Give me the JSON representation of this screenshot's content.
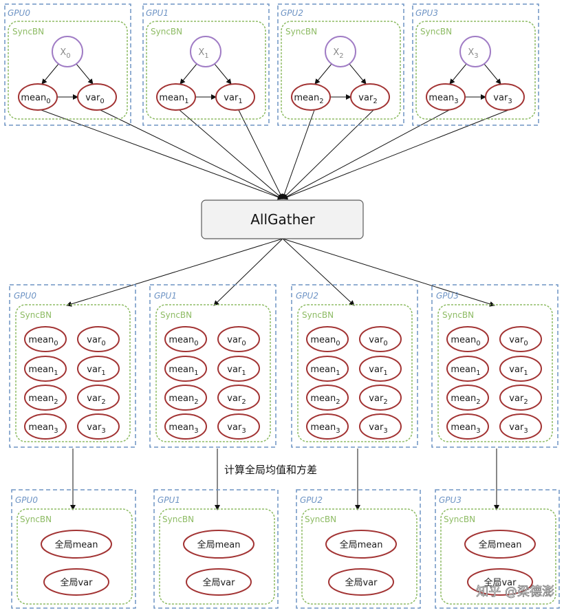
{
  "colors": {
    "gpu_border": "#6d93c4",
    "syncbn_border": "#8dbb63",
    "stat_node": "#a23333",
    "x_node": "#a07cc5",
    "allgather_fill": "#f2f2f2",
    "allgather_border": "#5a5a5a"
  },
  "top_row": [
    {
      "gpu": "GPU0",
      "syncbn": "SyncBN",
      "x": "X",
      "xsub": "0",
      "mean": "mean",
      "var": "var",
      "sub": "0"
    },
    {
      "gpu": "GPU1",
      "syncbn": "SyncBN",
      "x": "X",
      "xsub": "1",
      "mean": "mean",
      "var": "var",
      "sub": "1"
    },
    {
      "gpu": "GPU2",
      "syncbn": "SyncBN",
      "x": "X",
      "xsub": "2",
      "mean": "mean",
      "var": "var",
      "sub": "2"
    },
    {
      "gpu": "GPU3",
      "syncbn": "SyncBN",
      "x": "X",
      "xsub": "3",
      "mean": "mean",
      "var": "var",
      "sub": "3"
    }
  ],
  "allgather_label": "AllGather",
  "middle_row": {
    "gpus": [
      "GPU0",
      "GPU1",
      "GPU2",
      "GPU3"
    ],
    "syncbn": "SyncBN",
    "stats": [
      {
        "mean": "mean",
        "var": "var",
        "sub": "0"
      },
      {
        "mean": "mean",
        "var": "var",
        "sub": "1"
      },
      {
        "mean": "mean",
        "var": "var",
        "sub": "2"
      },
      {
        "mean": "mean",
        "var": "var",
        "sub": "3"
      }
    ]
  },
  "compute_label": "计算全局均值和方差",
  "bottom_row": {
    "gpus": [
      "GPU0",
      "GPU1",
      "GPU2",
      "GPU3"
    ],
    "syncbn": "SyncBN",
    "global_mean": "全局mean",
    "global_var": "全局var"
  },
  "watermark": "知乎 @梁德澎"
}
